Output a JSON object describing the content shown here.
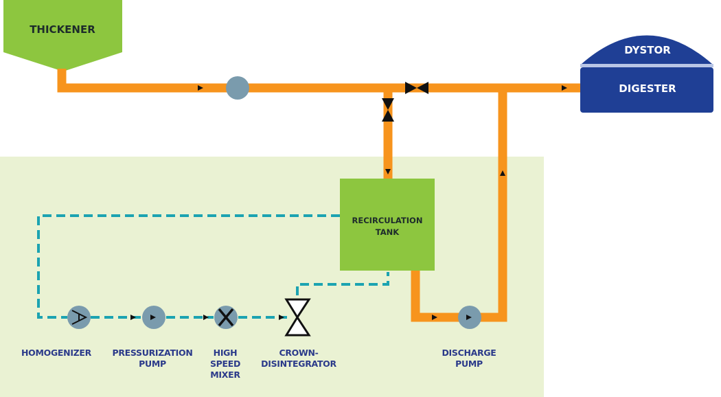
{
  "colors": {
    "pipe": "#f7941d",
    "recirc_line": "#1ca3b1",
    "green_box": "#8dc63f",
    "area_bg": "#eaf2d3",
    "digester": "#1f3f95",
    "pump": "#7a9bad",
    "label": "#2b3a8a"
  },
  "thickener": {
    "label": "THICKENER"
  },
  "digester": {
    "top_label": "DYSTOR",
    "bottom_label": "DIGESTER"
  },
  "tank": {
    "line1": "RECIRCULATION",
    "line2": "TANK"
  },
  "equipment": {
    "homogenizer": [
      "HOMOGENIZER"
    ],
    "pressurization_pump": [
      "PRESSURIZATION",
      "PUMP"
    ],
    "high_speed_mixer": [
      "HIGH",
      "SPEED",
      "MIXER"
    ],
    "crown_disintegrator": [
      "CROWN-",
      "DISINTEGRATOR"
    ],
    "discharge_pump": [
      "DISCHARGE",
      "PUMP"
    ]
  }
}
